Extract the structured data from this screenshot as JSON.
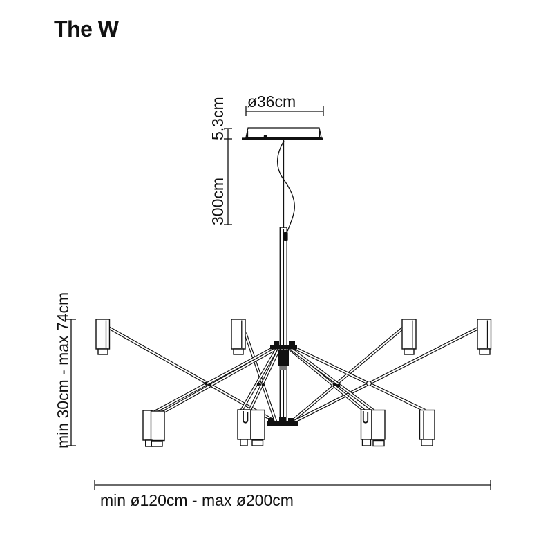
{
  "title": "The W",
  "dimensions": {
    "canopy_diameter": "ø36cm",
    "canopy_height": "5,3cm",
    "suspension_length": "300cm",
    "head_height_range": "min 30cm - max 74cm",
    "spread_range": "min ø120cm - max ø200cm"
  },
  "colors": {
    "line": "#111111",
    "background": "#ffffff"
  }
}
